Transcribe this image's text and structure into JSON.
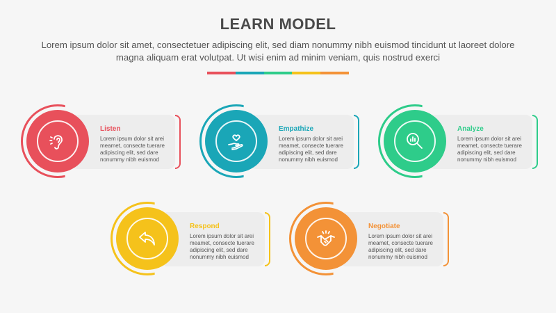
{
  "title": "LEARN MODEL",
  "subtitle": "Lorem ipsum dolor sit amet, consectetuer adipiscing elit, sed diam nonummy nibh euismod tincidunt ut laoreet dolore magna aliquam erat volutpat. Ut wisi enim ad minim veniam, quis nostrud exerci",
  "color_bar": [
    "#e8505b",
    "#1aa6b7",
    "#2ecc8a",
    "#f5c21b",
    "#f39237"
  ],
  "steps": [
    {
      "label": "Listen",
      "icon": "ear-icon",
      "color": "#e8505b",
      "desc": "Lorem ipsum dolor sit arei meamet, consecte tuerare adipiscing elit, sed dare nonummy nibh euismod"
    },
    {
      "label": "Empathize",
      "icon": "heart-hand-icon",
      "color": "#1aa6b7",
      "desc": "Lorem ipsum dolor sit arei meamet, consecte tuerare adipiscing elit, sed dare nonummy nibh euismod"
    },
    {
      "label": "Analyze",
      "icon": "chart-magnifier-icon",
      "color": "#2ecc8a",
      "desc": "Lorem ipsum dolor sit arei meamet, consecte tuerare adipiscing elit, sed dare nonummy nibh euismod"
    },
    {
      "label": "Respond",
      "icon": "reply-arrow-icon",
      "color": "#f5c21b",
      "desc": "Lorem ipsum dolor sit arei meamet, consecte tuerare adipiscing elit, sed dare nonummy nibh euismod"
    },
    {
      "label": "Negotiate",
      "icon": "handshake-icon",
      "color": "#f39237",
      "desc": "Lorem ipsum dolor sit arei meamet, consecte tuerare adipiscing elit, sed dare nonummy nibh euismod"
    }
  ]
}
